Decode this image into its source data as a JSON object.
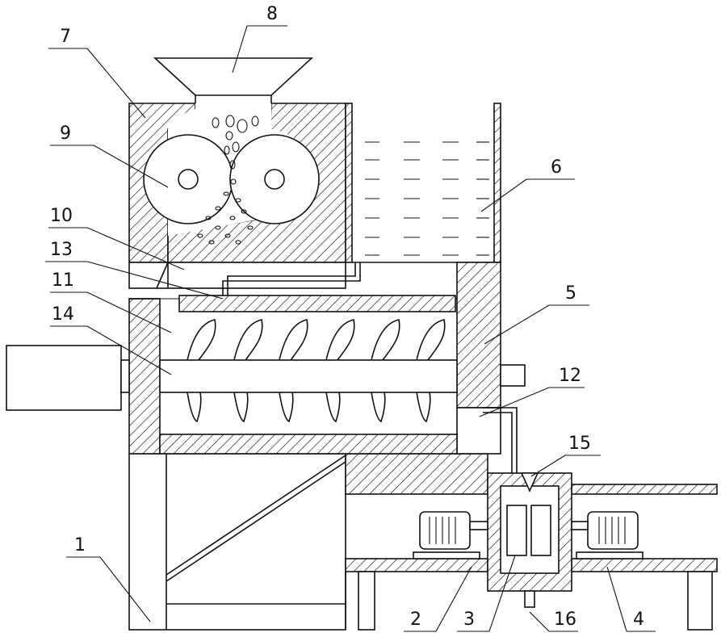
{
  "figure": {
    "part_labels": [
      "1",
      "2",
      "3",
      "4",
      "5",
      "6",
      "7",
      "8",
      "9",
      "10",
      "11",
      "12",
      "13",
      "14",
      "15",
      "16"
    ]
  }
}
